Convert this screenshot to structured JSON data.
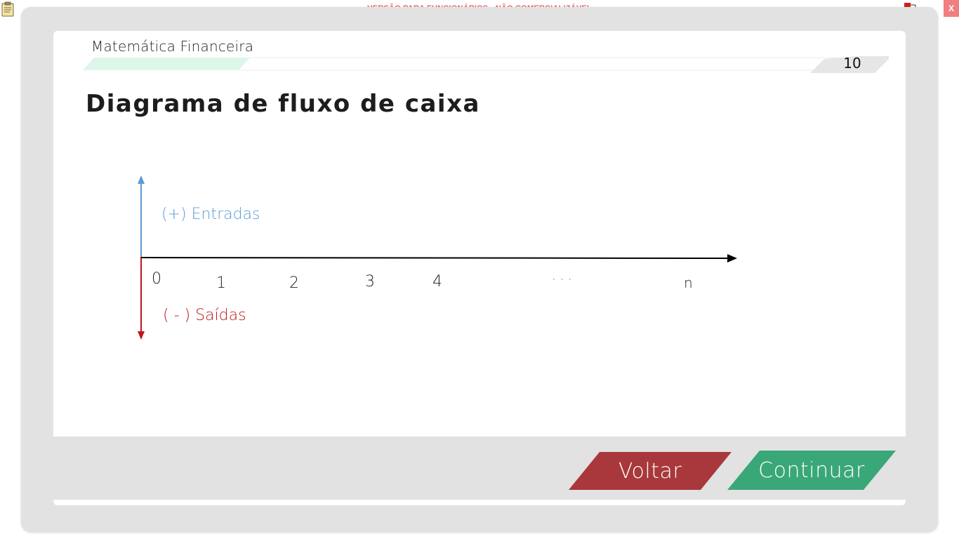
{
  "topbar": {
    "banner": "VERSÃO PARA FUNCIONÁRIOS - NÃO COMERCIALIZÁVEL",
    "close_label": "X",
    "left_icon": "clipboard-icon",
    "right_icon": "network-icon"
  },
  "header": {
    "subject": "Matemática Financeira",
    "page_number": "10"
  },
  "slide": {
    "title": "Diagrama de fluxo de caixa"
  },
  "diagram": {
    "inflow_label": "(+) Entradas",
    "outflow_label": "( - ) Saídas",
    "time_labels": [
      "0",
      "1",
      "2",
      "3",
      "4",
      "· · ·",
      "n"
    ],
    "colors": {
      "inflow": "#5b9bd5",
      "outflow": "#c0161b",
      "axis": "#000000"
    }
  },
  "nav": {
    "back_label": "Voltar",
    "continue_label": "Continuar",
    "back_color": "#a8383b",
    "continue_color": "#3aa778"
  }
}
